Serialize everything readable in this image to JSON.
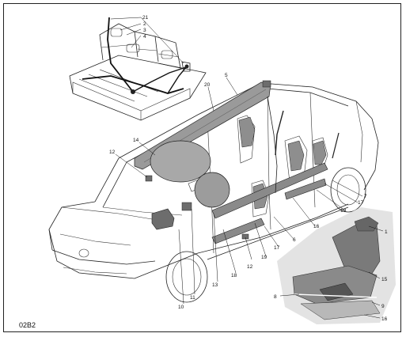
{
  "figure_code": "02B2",
  "labels": [
    {
      "id": "l21",
      "text": "21"
    },
    {
      "id": "l2",
      "text": "2"
    },
    {
      "id": "l3",
      "text": "3"
    },
    {
      "id": "l4",
      "text": "4"
    },
    {
      "id": "l5",
      "text": "5"
    },
    {
      "id": "l20",
      "text": "20"
    },
    {
      "id": "l14",
      "text": "14"
    },
    {
      "id": "l12a",
      "text": "12"
    },
    {
      "id": "l1",
      "text": "1"
    },
    {
      "id": "l7",
      "text": "7"
    },
    {
      "id": "l17a",
      "text": "17"
    },
    {
      "id": "l19a",
      "text": "19"
    },
    {
      "id": "l16a",
      "text": "16"
    },
    {
      "id": "l6",
      "text": "6"
    },
    {
      "id": "l17b",
      "text": "17"
    },
    {
      "id": "l19b",
      "text": "19"
    },
    {
      "id": "l12b",
      "text": "12"
    },
    {
      "id": "l18",
      "text": "18"
    },
    {
      "id": "l13",
      "text": "13"
    },
    {
      "id": "l11",
      "text": "11"
    },
    {
      "id": "l10",
      "text": "10"
    },
    {
      "id": "l15",
      "text": "15"
    },
    {
      "id": "l8",
      "text": "8"
    },
    {
      "id": "l9",
      "text": "9"
    },
    {
      "id": "l16b",
      "text": "16"
    }
  ]
}
